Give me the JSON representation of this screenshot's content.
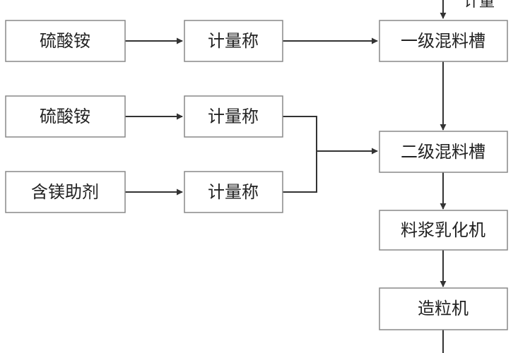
{
  "diagram": {
    "nodes": {
      "source1": "硫酸铵",
      "scale1": "计量称",
      "mix1": "一级混料槽",
      "source2": "硫酸铵",
      "scale2": "计量称",
      "mix2": "二级混料槽",
      "source3": "含镁助剂",
      "scale3": "计量称",
      "emulsifier": "料浆乳化机",
      "granulator": "造粒机"
    },
    "top_label": "计量"
  },
  "colors": {
    "box_fill": "#ffffff",
    "box_stroke": "#888888",
    "line": "#333333",
    "text": "#222222"
  }
}
